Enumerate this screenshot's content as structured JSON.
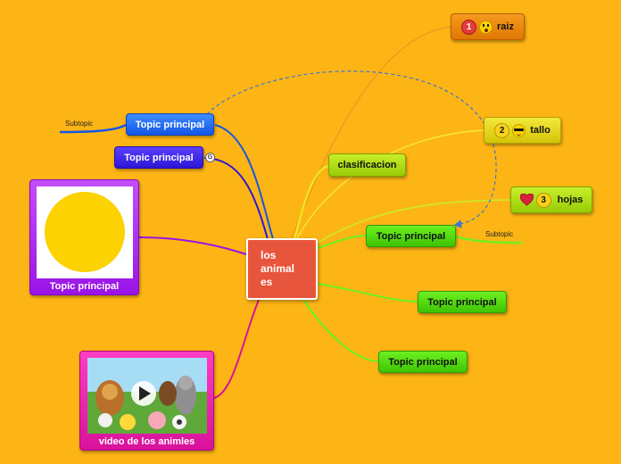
{
  "central": {
    "line1": "los",
    "line2": "animal",
    "line3": "es"
  },
  "topics": {
    "topic_blue": "Topic principal",
    "topic_indigo": "Topic principal",
    "topic_green_1": "Topic principal",
    "topic_green_2": "Topic principal",
    "topic_green_3": "Topic principal",
    "clasificacion": "clasificacion",
    "raiz": "raiz",
    "tallo": "tallo",
    "hojas": "hojas"
  },
  "badges": {
    "raiz": "1",
    "tallo": "2",
    "hojas": "3"
  },
  "subtopics": {
    "left": "Subtopic",
    "right": "Subtopic"
  },
  "image_card": {
    "caption": "Topic principal",
    "image_color": "#FCD200"
  },
  "video_card": {
    "caption": "video de los animles"
  },
  "link_icon_glyph": "G",
  "colors": {
    "background": "#FDB515",
    "central": "#E8553D"
  }
}
